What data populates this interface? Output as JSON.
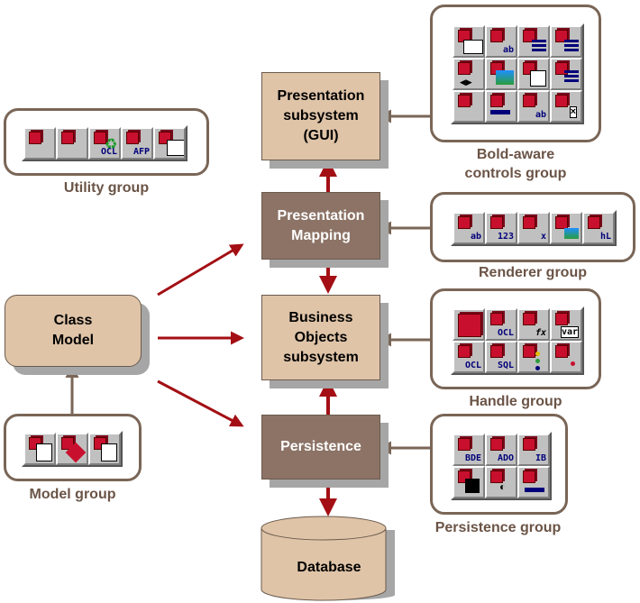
{
  "nodes": {
    "presentation_subsystem": "Presentation\nsubsystem\n(GUI)",
    "presentation_mapping": "Presentation\nMapping",
    "business_objects": "Business\nObjects\nsubsystem",
    "persistence": "Persistence",
    "database": "Database",
    "class_model": "Class\nModel"
  },
  "groups": {
    "utility": "Utility group",
    "bold_aware": "Bold-aware\ncontrols group",
    "renderer": "Renderer group",
    "handle": "Handle group",
    "model": "Model group",
    "persistence": "Persistence group"
  },
  "icons": {
    "utility": [
      "scales-icon",
      "fighter-icon",
      "recycle-ocl-icon",
      "afp-form-icon",
      "windows-icon"
    ],
    "bold_aware": [
      "grid-icon",
      "edit-icon",
      "list-icon",
      "combo-icon",
      "navigator-icon",
      "image-icon",
      "tree-icon",
      "memo-icon",
      "checkbox-icon",
      "progress-icon",
      "label-icon",
      "close-box-icon"
    ],
    "renderer": [
      "string-renderer-icon",
      "integer-renderer-icon",
      "checkbox-renderer-icon",
      "image-renderer-icon",
      "html-renderer-icon"
    ],
    "handle": [
      "system-handle-icon",
      "ocl-handle-icon",
      "expression-handle-icon",
      "variable-handle-icon",
      "ocl-list-handle-icon",
      "sql-handle-icon",
      "list-handle-icon",
      "reference-handle-icon"
    ],
    "model": [
      "model-icon",
      "rose-icon",
      "uml-icon"
    ],
    "persistence": [
      "bde-icon",
      "ado-icon",
      "ib-icon",
      "file-icon",
      "soap-icon",
      "dataset-icon"
    ]
  },
  "glyphs": {
    "utility": [
      "",
      "",
      "OCL",
      "AFP",
      ""
    ],
    "bold_aware": [
      "",
      "ab",
      "",
      "",
      "",
      "",
      "",
      "",
      "",
      "",
      "ab",
      ""
    ],
    "renderer": [
      "ab",
      "123",
      "x",
      "",
      "hL"
    ],
    "handle": [
      "",
      "OCL",
      "fx",
      "var",
      "OCL",
      "SQL",
      "",
      ""
    ],
    "persistence": [
      "BDE",
      "ADO",
      "IB",
      "",
      "",
      ""
    ]
  }
}
